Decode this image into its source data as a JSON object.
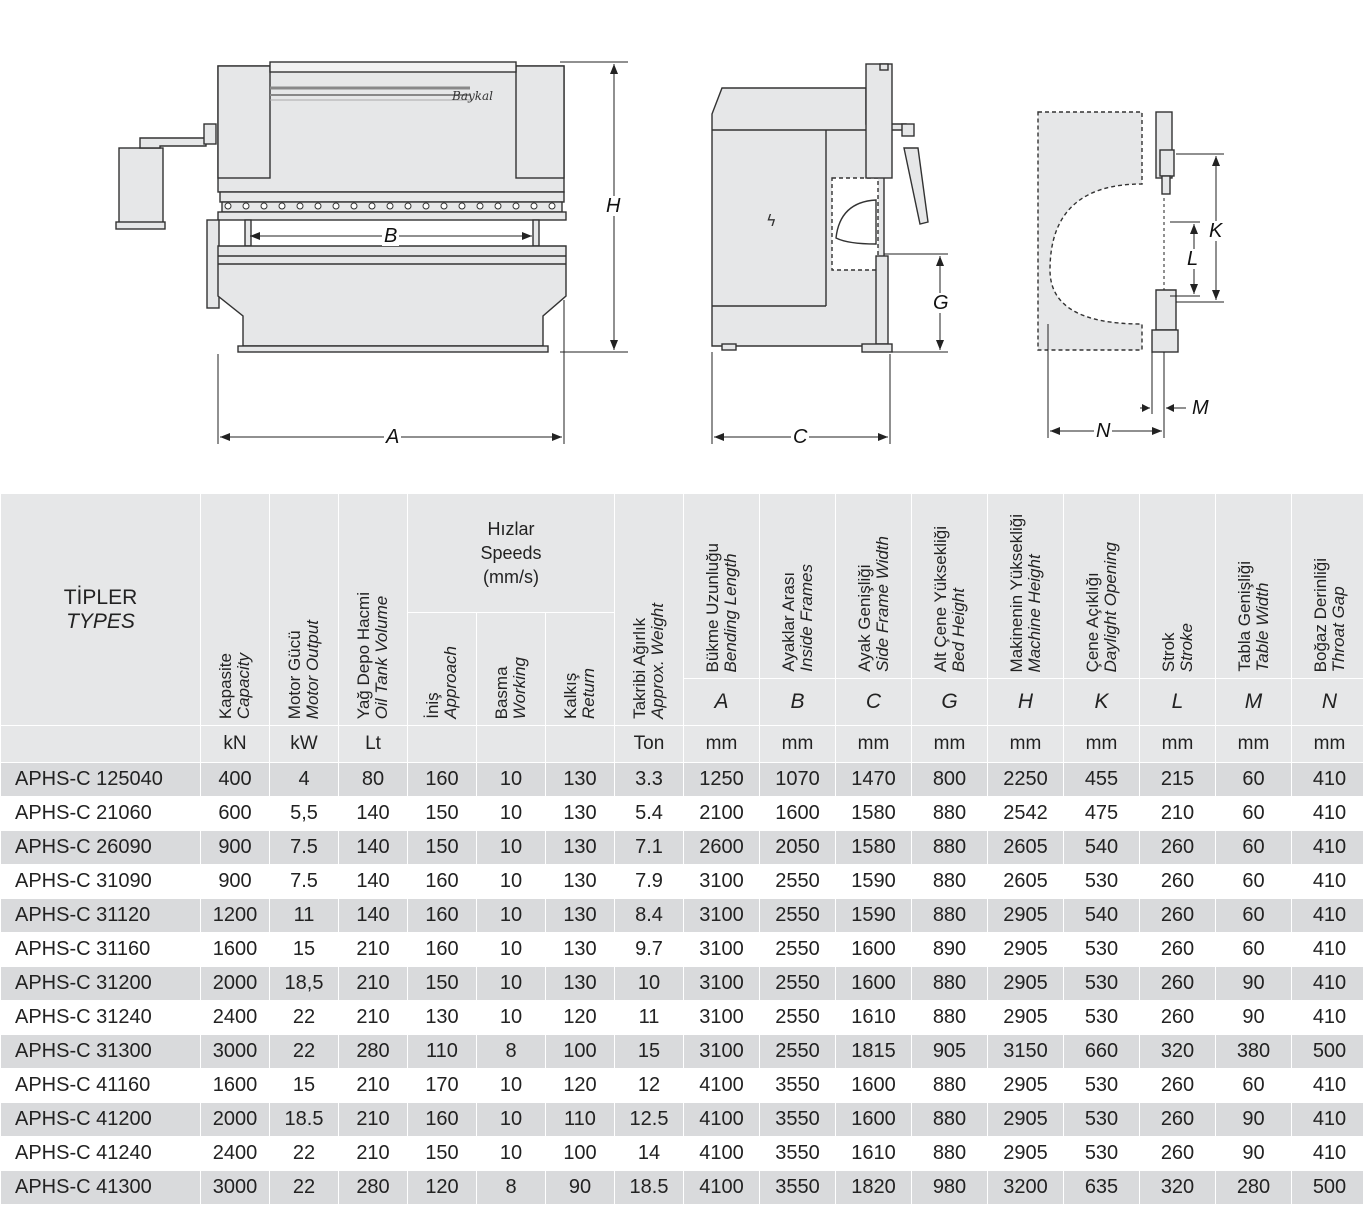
{
  "drawing": {
    "brand_logo": "Baykal",
    "dimension_labels": [
      "A",
      "B",
      "C",
      "G",
      "H",
      "K",
      "L",
      "M",
      "N"
    ]
  },
  "table": {
    "types_header": {
      "tr": "TİPLER",
      "en": "TYPES"
    },
    "speeds_header": {
      "tr": "Hızlar",
      "en": "Speeds",
      "unit": "(mm/s)"
    },
    "columns": [
      {
        "key": "capacity",
        "tr": "Kapasite",
        "en": "Capacity",
        "letter": "",
        "unit": "kN"
      },
      {
        "key": "motor",
        "tr": "Motor Gücü",
        "en": "Motor Output",
        "letter": "",
        "unit": "kW"
      },
      {
        "key": "oil",
        "tr": "Yağ Depo Hacmi",
        "en": "Oil Tank Volume",
        "letter": "",
        "unit": "Lt"
      },
      {
        "key": "approach",
        "tr": "İniş",
        "en": "Approach",
        "letter": "",
        "unit": "",
        "speed": true
      },
      {
        "key": "working",
        "tr": "Basma",
        "en": "Working",
        "letter": "",
        "unit": "",
        "speed": true
      },
      {
        "key": "return",
        "tr": "Kalkış",
        "en": "Return",
        "letter": "",
        "unit": "",
        "speed": true
      },
      {
        "key": "weight",
        "tr": "Takribi Ağırlık",
        "en": "Approx. Weight",
        "letter": "",
        "unit": "Ton"
      },
      {
        "key": "A",
        "tr": "Bükme Uzunluğu",
        "en": "Bending Length",
        "letter": "A",
        "unit": "mm"
      },
      {
        "key": "B",
        "tr": "Ayaklar Arası",
        "en": "Inside Frames",
        "letter": "B",
        "unit": "mm"
      },
      {
        "key": "C",
        "tr": "Ayak Genişliği",
        "en": "Side Frame Width",
        "letter": "C",
        "unit": "mm"
      },
      {
        "key": "G",
        "tr": "Alt Çene Yüksekliği",
        "en": "Bed Height",
        "letter": "G",
        "unit": "mm"
      },
      {
        "key": "H",
        "tr": "Makinenin Yüksekliği",
        "en": "Machine Height",
        "letter": "H",
        "unit": "mm"
      },
      {
        "key": "K",
        "tr": "Çene Açıklığı",
        "en": "Daylight Opening",
        "letter": "K",
        "unit": "mm"
      },
      {
        "key": "L",
        "tr": "Strok",
        "en": "Stroke",
        "letter": "L",
        "unit": "mm"
      },
      {
        "key": "M",
        "tr": "Tabla Genişliği",
        "en": "Table Width",
        "letter": "M",
        "unit": "mm"
      },
      {
        "key": "N",
        "tr": "Boğaz Derinliği",
        "en": "Throat Gap",
        "letter": "N",
        "unit": "mm"
      }
    ],
    "rows": [
      [
        "APHS-C 125040",
        "400",
        "4",
        "80",
        "160",
        "10",
        "130",
        "3.3",
        "1250",
        "1070",
        "1470",
        "800",
        "2250",
        "455",
        "215",
        "60",
        "410"
      ],
      [
        "APHS-C 21060",
        "600",
        "5,5",
        "140",
        "150",
        "10",
        "130",
        "5.4",
        "2100",
        "1600",
        "1580",
        "880",
        "2542",
        "475",
        "210",
        "60",
        "410"
      ],
      [
        "APHS-C 26090",
        "900",
        "7.5",
        "140",
        "150",
        "10",
        "130",
        "7.1",
        "2600",
        "2050",
        "1580",
        "880",
        "2605",
        "540",
        "260",
        "60",
        "410"
      ],
      [
        "APHS-C 31090",
        "900",
        "7.5",
        "140",
        "160",
        "10",
        "130",
        "7.9",
        "3100",
        "2550",
        "1590",
        "880",
        "2605",
        "530",
        "260",
        "60",
        "410"
      ],
      [
        "APHS-C 31120",
        "1200",
        "11",
        "140",
        "160",
        "10",
        "130",
        "8.4",
        "3100",
        "2550",
        "1590",
        "880",
        "2905",
        "540",
        "260",
        "60",
        "410"
      ],
      [
        "APHS-C 31160",
        "1600",
        "15",
        "210",
        "160",
        "10",
        "130",
        "9.7",
        "3100",
        "2550",
        "1600",
        "890",
        "2905",
        "530",
        "260",
        "60",
        "410"
      ],
      [
        "APHS-C 31200",
        "2000",
        "18,5",
        "210",
        "150",
        "10",
        "130",
        "10",
        "3100",
        "2550",
        "1600",
        "880",
        "2905",
        "530",
        "260",
        "90",
        "410"
      ],
      [
        "APHS-C 31240",
        "2400",
        "22",
        "210",
        "130",
        "10",
        "120",
        "11",
        "3100",
        "2550",
        "1610",
        "880",
        "2905",
        "530",
        "260",
        "90",
        "410"
      ],
      [
        "APHS-C 31300",
        "3000",
        "22",
        "280",
        "110",
        "8",
        "100",
        "15",
        "3100",
        "2550",
        "1815",
        "905",
        "3150",
        "660",
        "320",
        "380",
        "500"
      ],
      [
        "APHS-C 41160",
        "1600",
        "15",
        "210",
        "170",
        "10",
        "120",
        "12",
        "4100",
        "3550",
        "1600",
        "880",
        "2905",
        "530",
        "260",
        "60",
        "410"
      ],
      [
        "APHS-C 41200",
        "2000",
        "18.5",
        "210",
        "160",
        "10",
        "110",
        "12.5",
        "4100",
        "3550",
        "1600",
        "880",
        "2905",
        "530",
        "260",
        "90",
        "410"
      ],
      [
        "APHS-C 41240",
        "2400",
        "22",
        "210",
        "150",
        "10",
        "100",
        "14",
        "4100",
        "3550",
        "1610",
        "880",
        "2905",
        "530",
        "260",
        "90",
        "410"
      ],
      [
        "APHS-C 41300",
        "3000",
        "22",
        "280",
        "120",
        "8",
        "90",
        "18.5",
        "4100",
        "3550",
        "1820",
        "980",
        "3200",
        "635",
        "320",
        "280",
        "500"
      ]
    ]
  }
}
